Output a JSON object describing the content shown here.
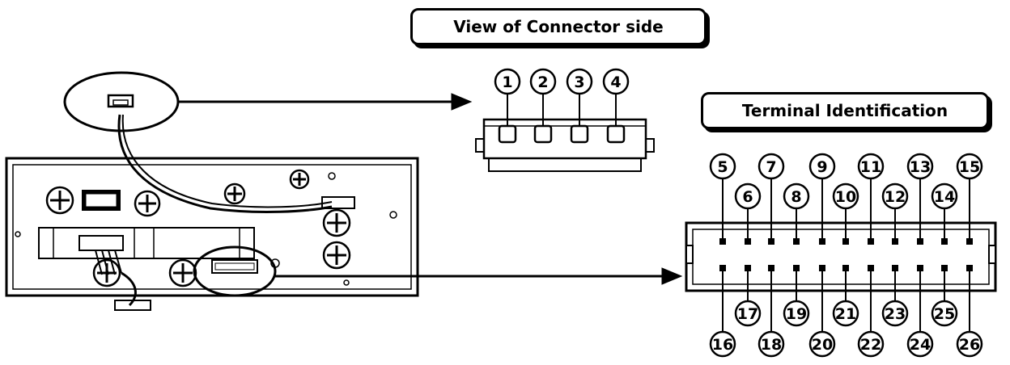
{
  "labels": {
    "connector_side": "View of Connector side",
    "terminal_identification": "Terminal Identification"
  },
  "connector_pins": [
    "1",
    "2",
    "3",
    "4"
  ],
  "terminal_top_row": [
    "5",
    "7",
    "9",
    "11",
    "13",
    "15"
  ],
  "terminal_second_row": [
    "6",
    "8",
    "10",
    "12",
    "14"
  ],
  "terminal_third_row": [
    "17",
    "19",
    "21",
    "23",
    "25"
  ],
  "terminal_bottom_row": [
    "16",
    "18",
    "20",
    "22",
    "24",
    "26"
  ]
}
